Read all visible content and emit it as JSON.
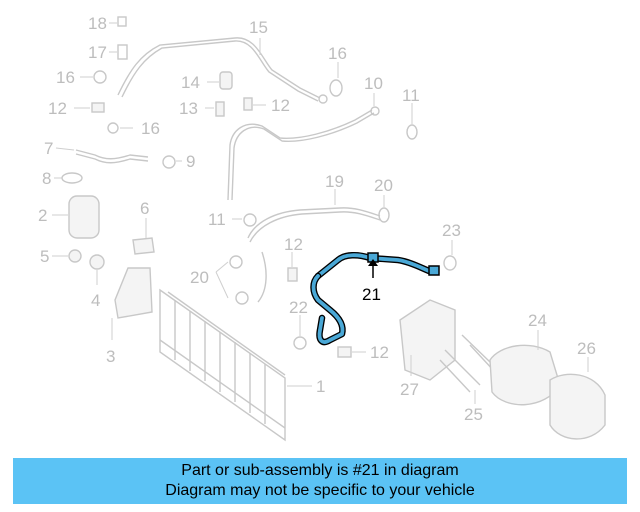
{
  "callouts": [
    {
      "id": "c18",
      "label": "18"
    },
    {
      "id": "c15",
      "label": "15"
    },
    {
      "id": "c17",
      "label": "17"
    },
    {
      "id": "c16a",
      "label": "16"
    },
    {
      "id": "c16b",
      "label": "16"
    },
    {
      "id": "c16c",
      "label": "16"
    },
    {
      "id": "c14",
      "label": "14"
    },
    {
      "id": "c10",
      "label": "10"
    },
    {
      "id": "c11a",
      "label": "11"
    },
    {
      "id": "c12a",
      "label": "12"
    },
    {
      "id": "c13",
      "label": "13"
    },
    {
      "id": "c12b",
      "label": "12"
    },
    {
      "id": "c7",
      "label": "7"
    },
    {
      "id": "c9",
      "label": "9"
    },
    {
      "id": "c8",
      "label": "8"
    },
    {
      "id": "c19",
      "label": "19"
    },
    {
      "id": "c20a",
      "label": "20"
    },
    {
      "id": "c2",
      "label": "2"
    },
    {
      "id": "c6",
      "label": "6"
    },
    {
      "id": "c11b",
      "label": "11"
    },
    {
      "id": "c23",
      "label": "23"
    },
    {
      "id": "c5",
      "label": "5"
    },
    {
      "id": "c12c",
      "label": "12"
    },
    {
      "id": "c20b",
      "label": "20"
    },
    {
      "id": "c21",
      "label": "21"
    },
    {
      "id": "c4",
      "label": "4"
    },
    {
      "id": "c22",
      "label": "22"
    },
    {
      "id": "c24",
      "label": "24"
    },
    {
      "id": "c26",
      "label": "26"
    },
    {
      "id": "c3",
      "label": "3"
    },
    {
      "id": "c12d",
      "label": "12"
    },
    {
      "id": "c27",
      "label": "27"
    },
    {
      "id": "c1",
      "label": "1"
    },
    {
      "id": "c25",
      "label": "25"
    }
  ],
  "highlight_part": "21",
  "colors": {
    "banner_bg": "#5bc3f5",
    "highlight_hose": "#4aa8d6",
    "faded_parts": "#c8c8c8"
  },
  "banner": {
    "line1": "Part or sub-assembly is #21 in diagram",
    "line2": "Diagram may not be specific to your vehicle"
  }
}
